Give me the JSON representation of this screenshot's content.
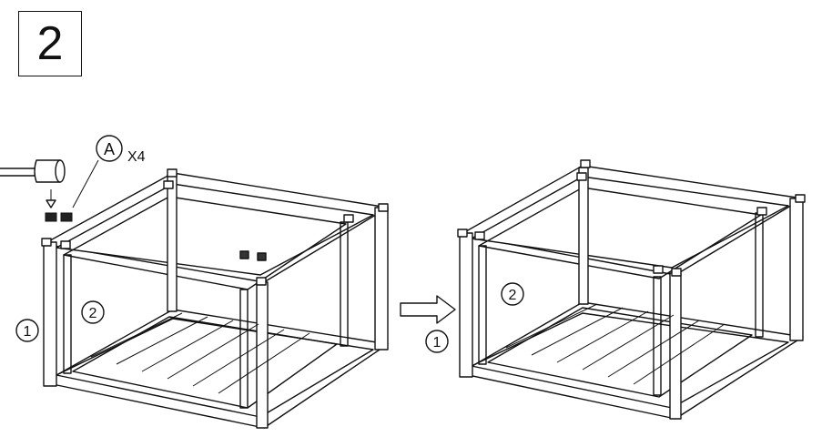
{
  "step": {
    "number": "2"
  },
  "callouts": {
    "part_letter": "A",
    "quantity": "X4",
    "part1_marker": "1",
    "part2_marker": "2"
  },
  "icons": [
    "mallet-icon",
    "cap-icon",
    "arrow-right-icon",
    "pointer-arrow-icon"
  ],
  "colors": {
    "line": "#111111",
    "background": "#ffffff"
  }
}
